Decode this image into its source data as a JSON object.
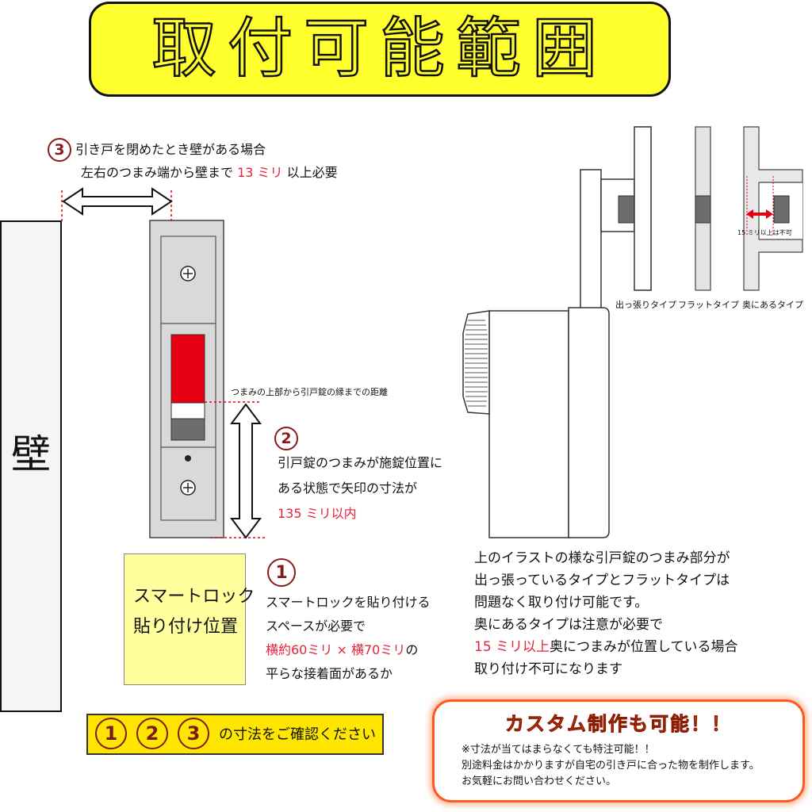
{
  "title": "取付可能範囲",
  "wall_label": "壁",
  "note3": {
    "number": "3",
    "line1": "引き戸を閉めたとき壁がある場合",
    "line2_pre": "左右のつまみ端から壁まで ",
    "line2_value": "13 ミリ",
    "line2_post": " 以上必要"
  },
  "distance_label": "つまみの上部から引戸錠の縁までの距離",
  "note2": {
    "number": "2",
    "line1": "引戸錠のつまみが施錠位置に",
    "line2": "ある状態で矢印の寸法が",
    "value": "135 ミリ以内"
  },
  "note1": {
    "number": "1",
    "line1": "スマートロックを貼り付ける",
    "line2": "スペースが必要で",
    "value": "横約60ミリ × 横70ミリ",
    "value_post": "の",
    "line4": "平らな接着面があるか"
  },
  "smart_lock_label": {
    "line1": "スマートロック",
    "line2": "貼り付け位置"
  },
  "check_banner": {
    "n1": "1",
    "n2": "2",
    "n3": "3",
    "text": "の寸法をご確認ください"
  },
  "types": {
    "protruding": "出っ張りタイプ",
    "flat": "フラットタイプ",
    "recessed": "奥にあるタイプ",
    "recess_note": "15 ミリ以上は不可"
  },
  "description": {
    "line1": "上のイラストの様な引戸錠のつまみ部分が",
    "line2": "出っ張っているタイプとフラットタイプは",
    "line3": "問題なく取り付け可能です。",
    "line4": "奥にあるタイプは注意が必要で",
    "line5_value": "15 ミリ以上",
    "line5_post": "奥につまみが位置している場合",
    "line6": "取り付け不可になります"
  },
  "custom": {
    "title": "カスタム制作も可能！！",
    "line1": "※寸法が当てはまらなくても特注可能！！",
    "line2": "別途料金はかかりますが自宅の引き戸に合った物を制作します。",
    "line3": "お気軽にお問い合わせください。"
  },
  "colors": {
    "title_bg": "#ffff2e",
    "knob_red": "#e60012",
    "accent_red": "#e8203a",
    "custom_border": "#ff5a1e"
  }
}
